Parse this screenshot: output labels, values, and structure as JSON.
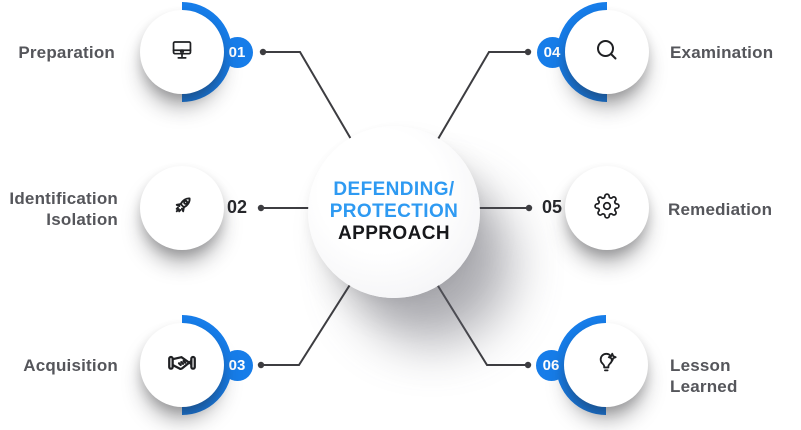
{
  "diagram": {
    "center": {
      "title_lines": [
        "DEFENDING/",
        "PROTECTION",
        "APPROACH"
      ]
    },
    "items": [
      {
        "number": "01",
        "label": "Preparation",
        "icon": "monitor-icon",
        "side": "left",
        "highlighted": true
      },
      {
        "number": "02",
        "label": "Identification Isolation",
        "label_lines": [
          "Identification",
          "Isolation"
        ],
        "icon": "rocket-icon",
        "side": "left",
        "highlighted": false
      },
      {
        "number": "03",
        "label": "Acquisition",
        "icon": "handshake-icon",
        "side": "left",
        "highlighted": true
      },
      {
        "number": "04",
        "label": "Examination",
        "icon": "magnifier-icon",
        "side": "right",
        "highlighted": true
      },
      {
        "number": "05",
        "label": "Remediation",
        "icon": "gear-icon",
        "side": "right",
        "highlighted": false
      },
      {
        "number": "06",
        "label": "Lesson Learned",
        "icon": "lightbulb-icon",
        "side": "right",
        "highlighted": true
      }
    ],
    "colors": {
      "accent_blue": "#177de9",
      "title_blue": "#2e9af2",
      "title_dark": "#17181b",
      "label_gray": "#55565b",
      "number_dark": "#26272b",
      "line_gray": "#3d3d41"
    }
  }
}
